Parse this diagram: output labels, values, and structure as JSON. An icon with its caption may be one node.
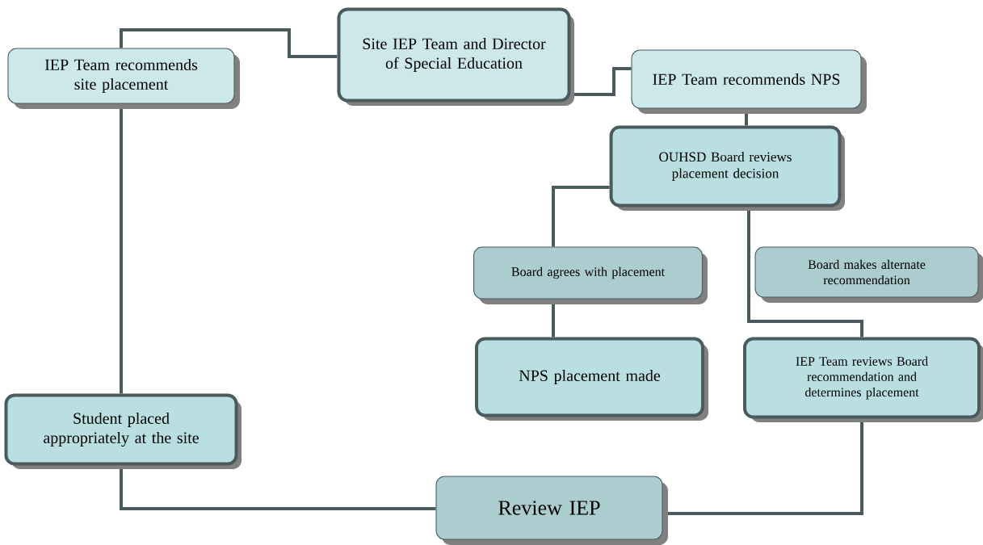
{
  "diagram": {
    "nodes": [
      {
        "text": [
          "IEP Team recommends site placement"
        ]
      },
      {
        "text": [
          "Site IEP Team and Director of Special Education"
        ]
      },
      {
        "text": [
          "IEP Team recommends NPS"
        ]
      },
      {
        "text": [
          "OUHSD Board reviews placement decision"
        ]
      },
      {
        "text": [
          "Board agrees with placement"
        ]
      },
      {
        "text": [
          "Board makes alternate recommendation"
        ]
      },
      {
        "text": [
          "NPS placement made"
        ]
      },
      {
        "text": [
          "IEP Team reviews Board recommendation and determines placement"
        ]
      },
      {
        "text": [
          "Student placed appropriately at the site"
        ]
      },
      {
        "text": [
          "Review IEP"
        ]
      }
    ],
    "edges": [
      {
        "from": 0,
        "to": 1,
        "arrow": "none"
      },
      {
        "from": 1,
        "to": 2,
        "arrow": "none"
      },
      {
        "from": 2,
        "to": 3,
        "arrow": "none"
      },
      {
        "from": 3,
        "to": 4,
        "arrow": "none"
      },
      {
        "from": 3,
        "to": 7,
        "arrow": "none"
      },
      {
        "from": 4,
        "to": 6,
        "arrow": "none"
      },
      {
        "from": 0,
        "to": 8,
        "arrow": "none"
      },
      {
        "from": 8,
        "to": 9,
        "arrow": "none"
      },
      {
        "from": 7,
        "to": 9,
        "arrow": "none"
      }
    ]
  }
}
